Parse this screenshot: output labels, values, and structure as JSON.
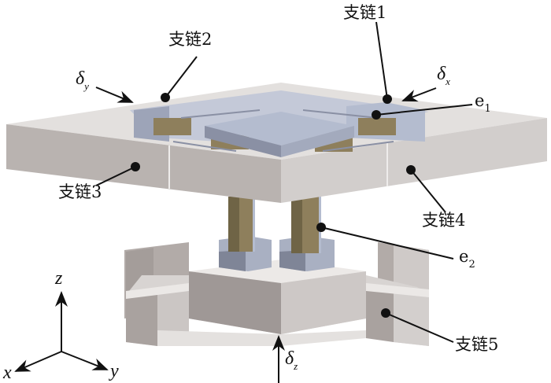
{
  "labels": {
    "chain1": "支链1",
    "chain2": "支链2",
    "chain3": "支链3",
    "chain4": "支链4",
    "chain5": "支链5",
    "e1": {
      "base": "e",
      "sub": "1"
    },
    "e2": {
      "base": "e",
      "sub": "2"
    },
    "delta_x": {
      "base": "δ",
      "sub": "x"
    },
    "delta_y": {
      "base": "δ",
      "sub": "y"
    },
    "delta_z": {
      "base": "δ",
      "sub": "z"
    }
  },
  "axes": {
    "x": "x",
    "y": "y",
    "z": "z"
  },
  "colors": {
    "frame_top": "#e3e0de",
    "frame_left": "#b9b3b0",
    "frame_right": "#d2cecc",
    "stage_blue": "#b4bccf",
    "piezo": "#8e7f5c"
  }
}
